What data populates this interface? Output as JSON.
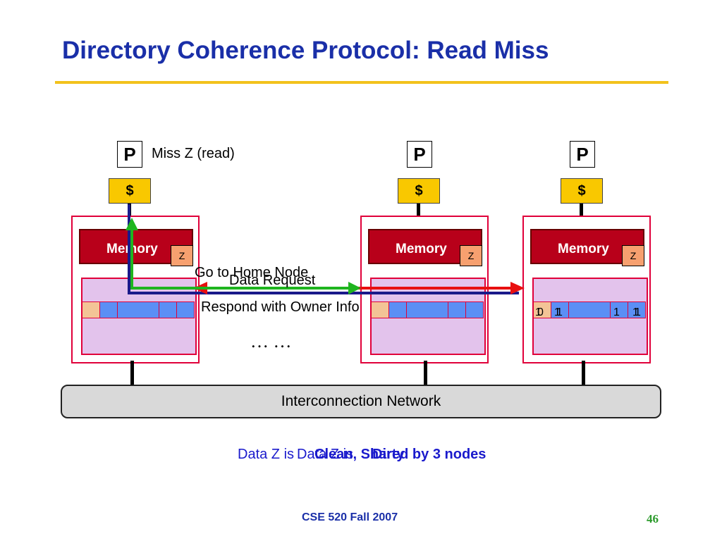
{
  "title": "Directory Coherence Protocol: Read Miss",
  "processor_label": "P",
  "cache_label": "$",
  "memory_label": "Memory",
  "block_label": "Z",
  "miss_label": "Miss Z (read)",
  "messages": {
    "go_home": "Go to Home Node",
    "data_request": "Data Request",
    "respond_owner": "Respond with Owner Info"
  },
  "ellipsis": "… …",
  "network_label": "Interconnection Network",
  "status": {
    "clean_prefix": "Data Z is",
    "clean_word": "Clean, Shared by 3 nodes",
    "overlap_prefix": "Data Z is",
    "overlap_word": "Dirty"
  },
  "dir_bits": {
    "old_bit": "1",
    "new_bit": "0",
    "b1": "1",
    "b1_old": "1",
    "b2": "1",
    "b3": "1",
    "b3_old": "1"
  },
  "footer": "CSE 520 Fall 2007",
  "page_number": "46",
  "colors": {
    "title": "#1a2fa8",
    "rule": "#f2c21c",
    "arrow_green": "#1fb51f",
    "arrow_red": "#e81010",
    "arrow_navy": "#1a1a8a",
    "status_blue": "#1a1acc"
  }
}
